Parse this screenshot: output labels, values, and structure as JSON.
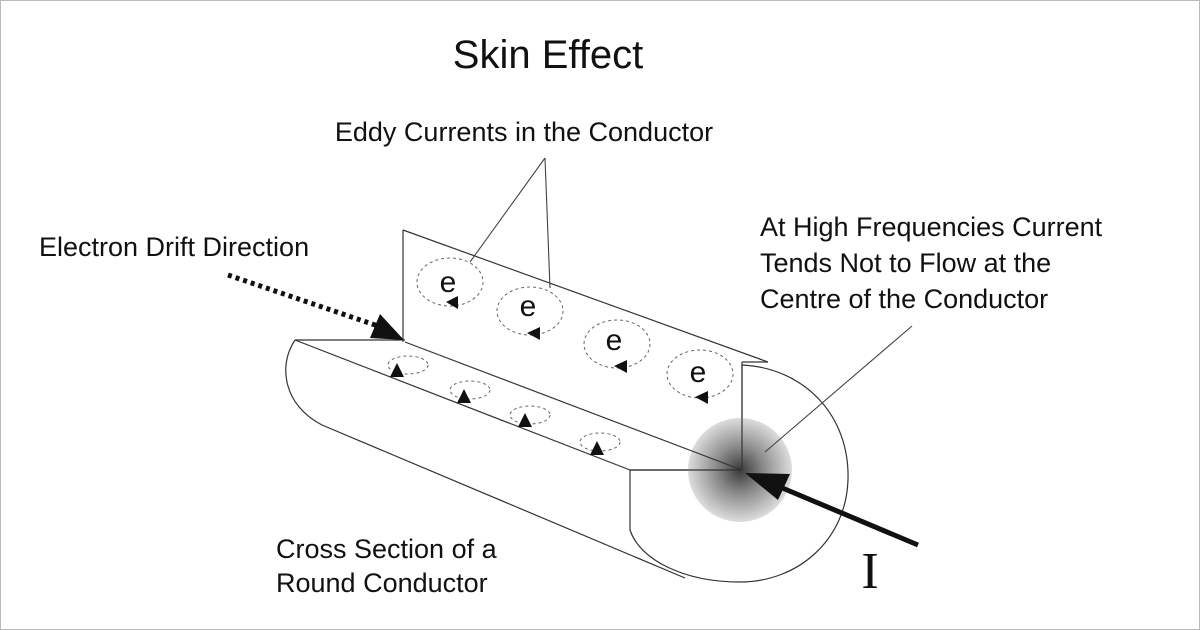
{
  "title": "Skin Effect",
  "labels": {
    "eddy_currents": "Eddy Currents in the Conductor",
    "electron_drift": "Electron Drift Direction",
    "high_freq": [
      "At High Frequencies Current",
      "Tends Not to Flow at the",
      "Centre of the Conductor"
    ],
    "cross_section": [
      "Cross Section of a",
      "Round Conductor"
    ],
    "current_symbol": "I",
    "electron_symbol": "e"
  },
  "colors": {
    "line": "#333333",
    "text": "#111111",
    "centre_dark": "#555555",
    "centre_light": "#d9d9d9"
  }
}
